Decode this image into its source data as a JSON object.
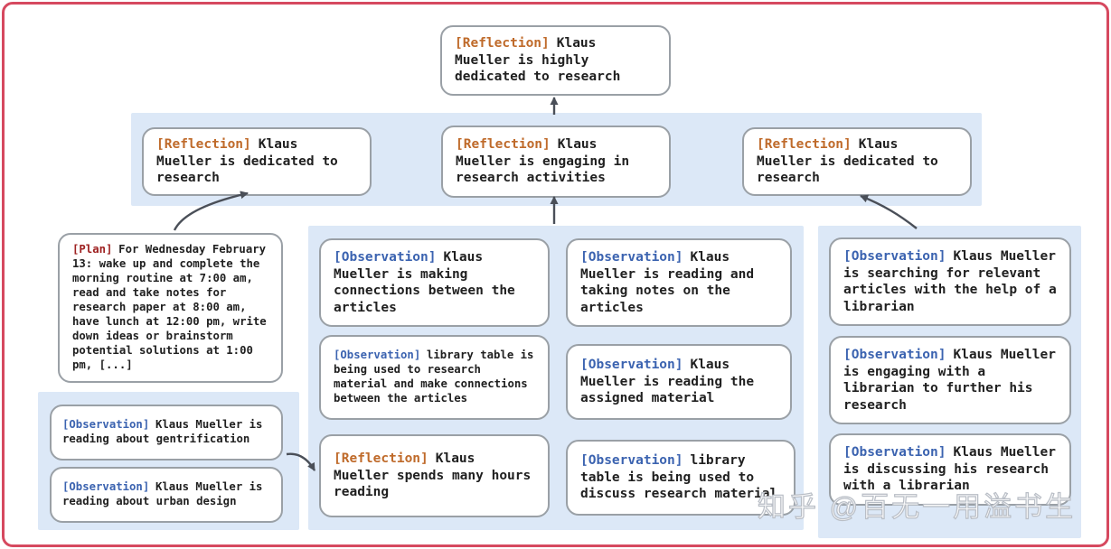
{
  "colors": {
    "frame": "#d6495f",
    "panel": "#dce8f7",
    "node_border": "#9aa0a6",
    "reflection_tag": "#bf6a2a",
    "plan_tag": "#9e2121",
    "observation_tag": "#3b63b0",
    "arrow": "#4a4f58"
  },
  "root_node": {
    "tag": "[Reflection]",
    "text": "Klaus Mueller is highly dedicated to research"
  },
  "reflection_row": [
    {
      "tag": "[Reflection]",
      "text": "Klaus Mueller is dedicated to research"
    },
    {
      "tag": "[Reflection]",
      "text": "Klaus Mueller is engaging in research activities"
    },
    {
      "tag": "[Reflection]",
      "text": "Klaus Mueller is dedicated to research"
    }
  ],
  "plan_node": {
    "tag": "[Plan]",
    "text": "For Wednesday February 13: wake up and complete the morning routine at 7:00 am, read and take notes for research paper at 8:00 am, have lunch at 12:00 pm, write down ideas or brainstorm potential solutions at 1:00 pm, [...]"
  },
  "left_panel": [
    {
      "tag": "[Observation]",
      "text": "Klaus Mueller is reading about gentrification"
    },
    {
      "tag": "[Observation]",
      "text": "Klaus Mueller is reading about urban design"
    }
  ],
  "middle_panel_col_a": [
    {
      "tag": "[Observation]",
      "text": "Klaus Mueller is making connections between the articles"
    },
    {
      "tag": "[Observation]",
      "text": "library table is being used to research material and make connections between the articles"
    },
    {
      "tag": "[Reflection]",
      "text": "Klaus Mueller spends many hours reading"
    }
  ],
  "middle_panel_col_b": [
    {
      "tag": "[Observation]",
      "text": "Klaus Mueller is reading and taking notes on the articles"
    },
    {
      "tag": "[Observation]",
      "text": "Klaus Mueller is reading the assigned material"
    },
    {
      "tag": "[Observation]",
      "text": "library table is being used to discuss research material"
    }
  ],
  "right_panel": [
    {
      "tag": "[Observation]",
      "text": "Klaus Mueller is searching for relevant articles with the help of a librarian"
    },
    {
      "tag": "[Observation]",
      "text": "Klaus Mueller is engaging with a librarian to further his research"
    },
    {
      "tag": "[Observation]",
      "text": "Klaus Mueller is discussing his research with a librarian"
    }
  ],
  "watermark": "知乎 @百无一用溢书生"
}
